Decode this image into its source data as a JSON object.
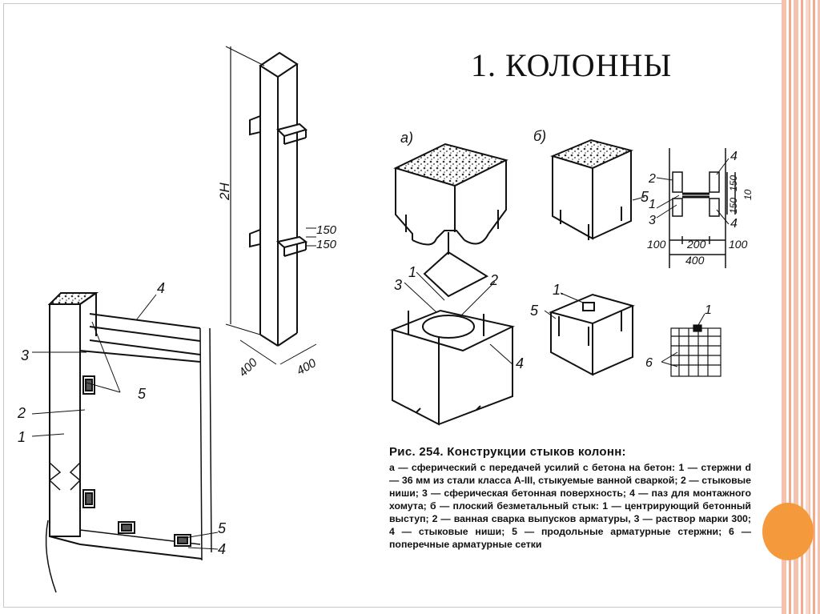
{
  "slide": {
    "title": "1. КОЛОННЫ"
  },
  "figure": {
    "column_labels": {
      "height": "2H",
      "dim_150_top": "150",
      "dim_150_bottom": "150",
      "width_left": "400",
      "width_right": "400"
    },
    "frame_labels": {
      "l4_top": "4",
      "l3": "3",
      "l5_mid": "5",
      "l2": "2",
      "l1": "1",
      "l5_bottom": "5",
      "l4_bottom": "4"
    },
    "joint_a": {
      "letter": "а)",
      "l1": "1",
      "l2": "2",
      "l3": "3",
      "l4": "4"
    },
    "joint_b": {
      "letter": "б)",
      "l5_top": "5",
      "l1": "1.",
      "l5_left": "5"
    },
    "section": {
      "l4_top": "4",
      "l2": "2",
      "l1": "1",
      "l3": "3",
      "l4_bottom": "4",
      "d150a": "150",
      "d150b": "150",
      "d10": "10",
      "d100_left": "100",
      "d200": "200",
      "d100_right": "100",
      "d400": "400"
    },
    "mesh": {
      "l1": "1",
      "l6": "6"
    }
  },
  "caption": {
    "title": "Рис. 254. Конструкции стыков колонн:",
    "body": "а — сферический с передачей усилий с бетона на бетон: 1 — стержни d — 36 мм из стали класса А-III, стыкуемые ванной сваркой; 2 — стыковые ниши; 3 — сферическая бетонная поверхность; 4 — паз для монтажного хомута; б — плоский безметальный стык: 1 — центрирующий бетонный выступ; 2 — ванная сварка выпусков арматуры, 3 — раствор марки 300; 4 — стыковые ниши; 5 — продольные арматурные стержни; 6 — поперечные арматурные сетки"
  },
  "colors": {
    "accent_orange": "#f59a3c",
    "stripe_peach": "#f7c2ad"
  }
}
